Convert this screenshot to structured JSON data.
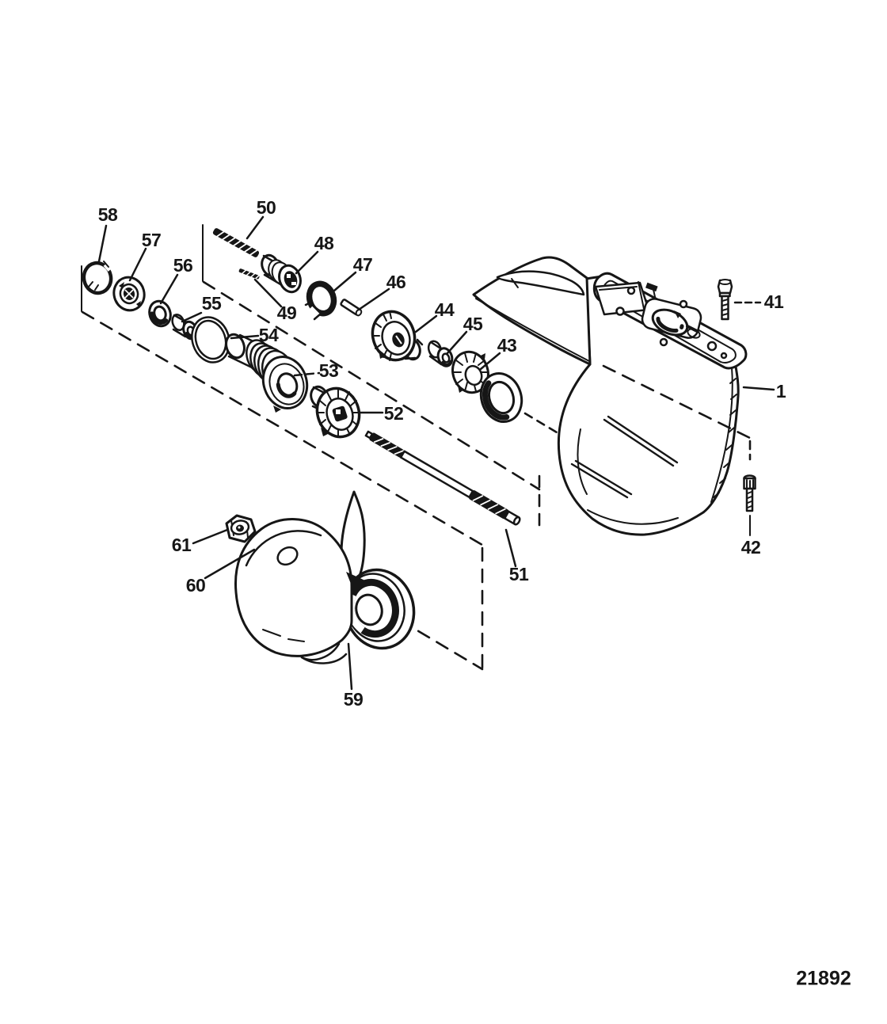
{
  "figure": {
    "type": "exploded-parts-diagram",
    "subject": "gear-housing-propeller-shaft",
    "ink_color": "#161616",
    "paper_color": "#ffffff",
    "drawing_number": "21892",
    "callouts": {
      "c1": "1",
      "c41": "41",
      "c42": "42",
      "c43": "43",
      "c44": "44",
      "c45": "45",
      "c46": "46",
      "c47": "47",
      "c48": "48",
      "c49": "49",
      "c50": "50",
      "c51": "51",
      "c52": "52",
      "c53": "53",
      "c54": "54",
      "c55": "55",
      "c56": "56",
      "c57": "57",
      "c58": "58",
      "c59": "59",
      "c60": "60",
      "c61": "61"
    }
  }
}
